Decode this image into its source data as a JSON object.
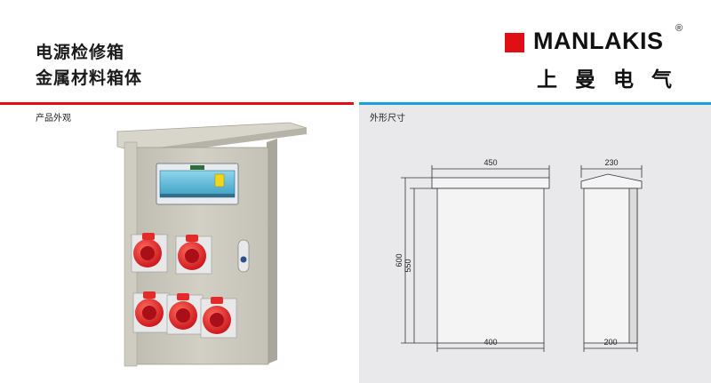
{
  "header": {
    "title_line1": "电源检修箱",
    "title_line2": "金属材料箱体",
    "brand_name": "MANLAKIS",
    "brand_mark": "®",
    "brand_chinese": "上曼电气",
    "accent_red": "#e00f16",
    "accent_blue": "#1aa0dc"
  },
  "sections": {
    "appearance_label": "产品外观",
    "dimensions_label": "外形尺寸"
  },
  "dimensions": {
    "front_top_width": "450",
    "front_body_width": "400",
    "total_height": "600",
    "body_height": "550",
    "side_top_depth": "230",
    "side_body_depth": "200"
  },
  "product": {
    "socket_count": 5,
    "socket_color": "#e52a2a",
    "housing_color": "#c9c7bb"
  }
}
